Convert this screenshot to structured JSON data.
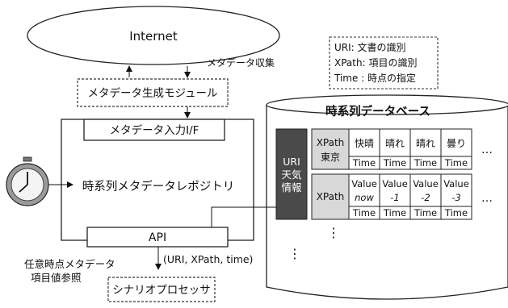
{
  "internet": "Internet",
  "collect_label": "メタデータ収集",
  "generator_module": "メタデータ生成モジュール",
  "input_if": "メタデータ入力I/F",
  "repository": "時系列メタデータレポジトリ",
  "api": "API",
  "api_args": "(URI, XPath, time)",
  "reference": [
    "任意時点メタデータ",
    "項目値参照"
  ],
  "scenario_processor": "シナリオプロセッサ",
  "legend": [
    "URI: 文書の識別",
    "XPath: 項目の識別",
    "Time : 時点の指定"
  ],
  "db_title": "時系列データベース",
  "uri_cell": [
    "URI",
    "天気",
    "情報"
  ],
  "row1": {
    "xpath": [
      "XPath",
      "東京"
    ],
    "values": [
      "快晴",
      "晴れ",
      "晴れ",
      "曇り"
    ],
    "times": [
      "Time",
      "Time",
      "Time",
      "Time"
    ]
  },
  "row2": {
    "xpath": "XPath",
    "values": [
      "Value",
      "Value",
      "Value",
      "Value"
    ],
    "subs": [
      "now",
      "-1",
      "-2",
      "-3"
    ],
    "times": [
      "Time",
      "Time",
      "Time",
      "Time"
    ]
  },
  "ellipsis_h": "…",
  "ellipsis_v": "⋮"
}
